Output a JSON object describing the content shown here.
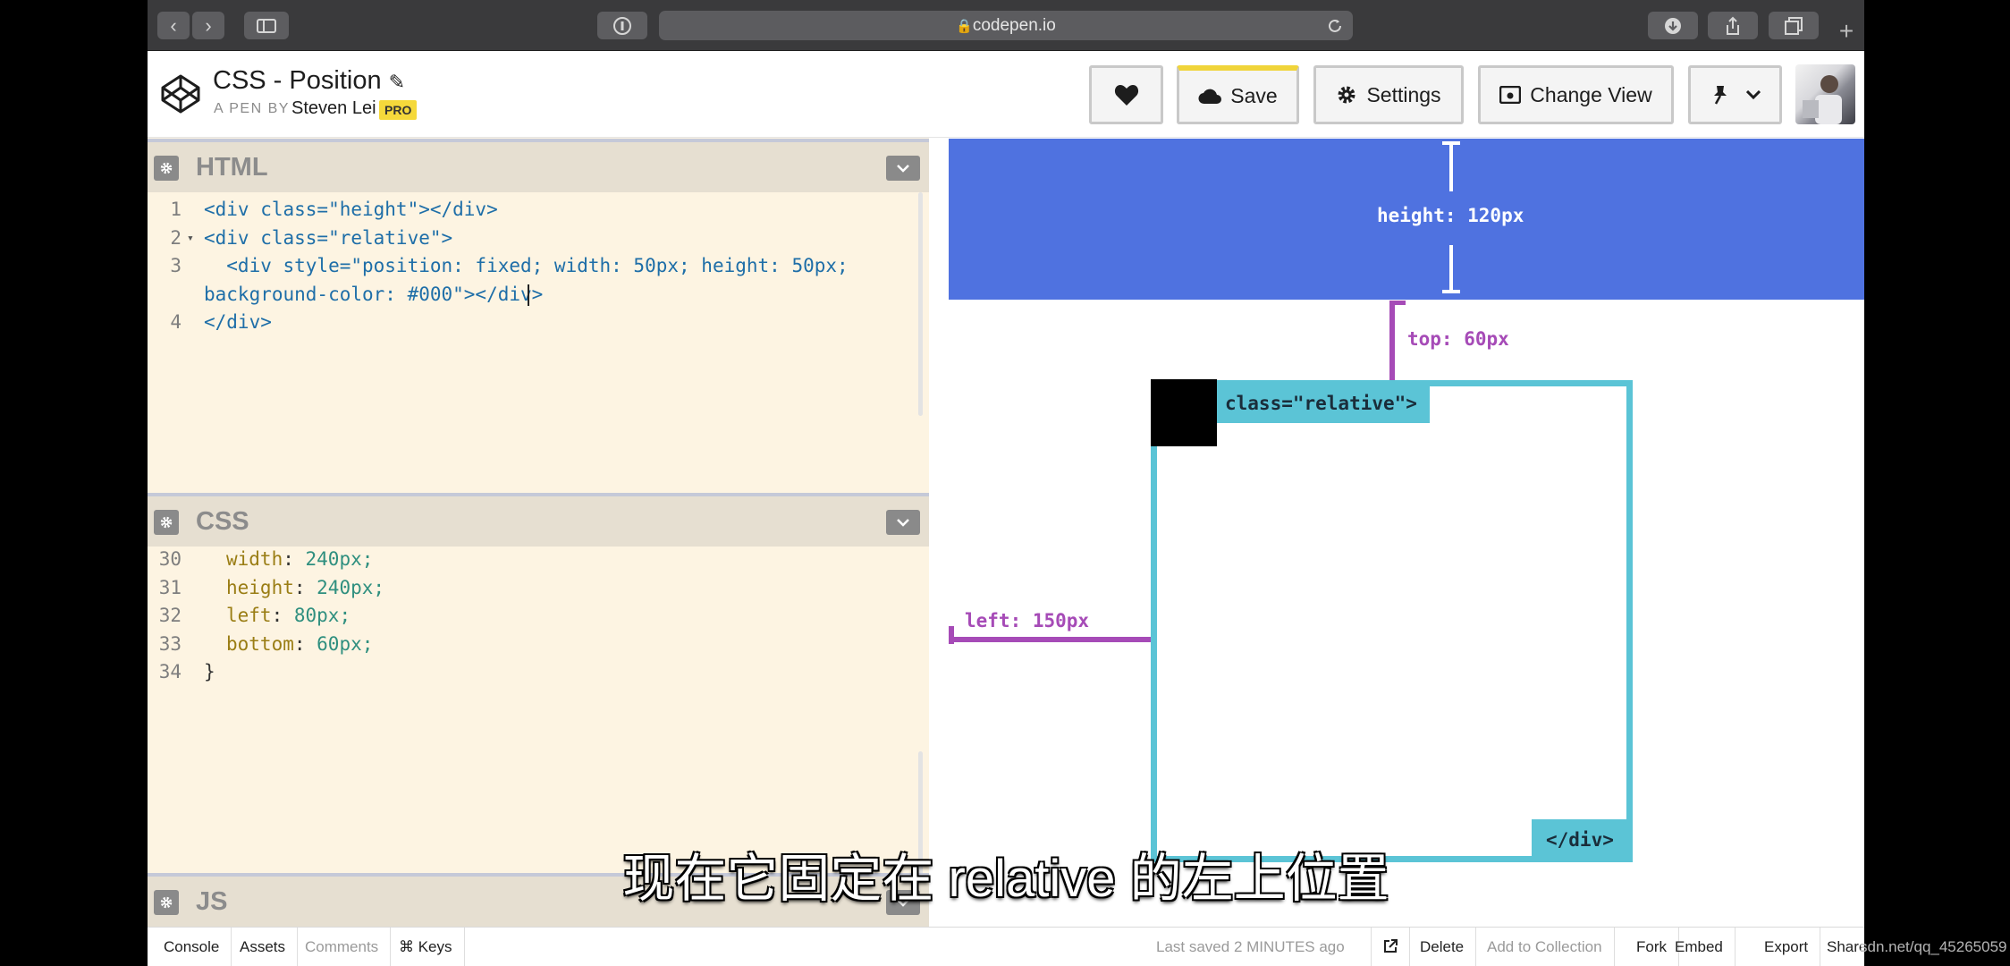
{
  "browser": {
    "url": "codepen.io"
  },
  "header": {
    "pen_title": "CSS - Position",
    "by_label": "A PEN BY",
    "author": "Steven Lei",
    "pro_badge": "PRO",
    "buttons": {
      "save": "Save",
      "settings": "Settings",
      "change_view": "Change View"
    }
  },
  "editors": {
    "html": {
      "title": "HTML",
      "lines": [
        {
          "n": "1",
          "fold": "",
          "code": "<div class=\"height\"></div>"
        },
        {
          "n": "2",
          "fold": "▾",
          "code": "<div class=\"relative\">"
        },
        {
          "n": "3",
          "fold": "",
          "code": "  <div style=\"position: fixed; width: 50px; height: 50px;"
        },
        {
          "n": "",
          "fold": "",
          "code": "background-color: #000\"></div>"
        },
        {
          "n": "4",
          "fold": "",
          "code": "</div>"
        }
      ]
    },
    "css": {
      "title": "CSS",
      "lines": [
        {
          "n": "30",
          "prop": "width",
          "val": "240px;"
        },
        {
          "n": "31",
          "prop": "height",
          "val": "240px;"
        },
        {
          "n": "32",
          "prop": "left",
          "val": "80px;"
        },
        {
          "n": "33",
          "prop": "bottom",
          "val": "60px;"
        },
        {
          "n": "34",
          "prop": "}",
          "val": ""
        }
      ]
    },
    "js": {
      "title": "JS"
    }
  },
  "preview": {
    "height_label": "height: 120px",
    "top_label": "top: 60px",
    "left_label": "left: 150px",
    "relative_tag": "class=\"relative\">",
    "close_tag": "</div>"
  },
  "footer": {
    "left": [
      "Console",
      "Assets",
      "Comments",
      "⌘ Keys"
    ],
    "last_saved": "Last saved 2 MINUTES ago",
    "right": [
      "Delete",
      "Add to Collection",
      "Fork",
      "Embed",
      "Export",
      "Share"
    ]
  },
  "subtitle": "现在它固定在 relative 的左上位置",
  "watermark": "sdn.net/qq_45265059",
  "colors": {
    "accent_save": "#f0d43a",
    "preview_blue": "#4f72e0",
    "relative_cyan": "#5bc4d6",
    "measure_purple": "#a64bb7",
    "editor_bg": "#fdf4e2"
  }
}
